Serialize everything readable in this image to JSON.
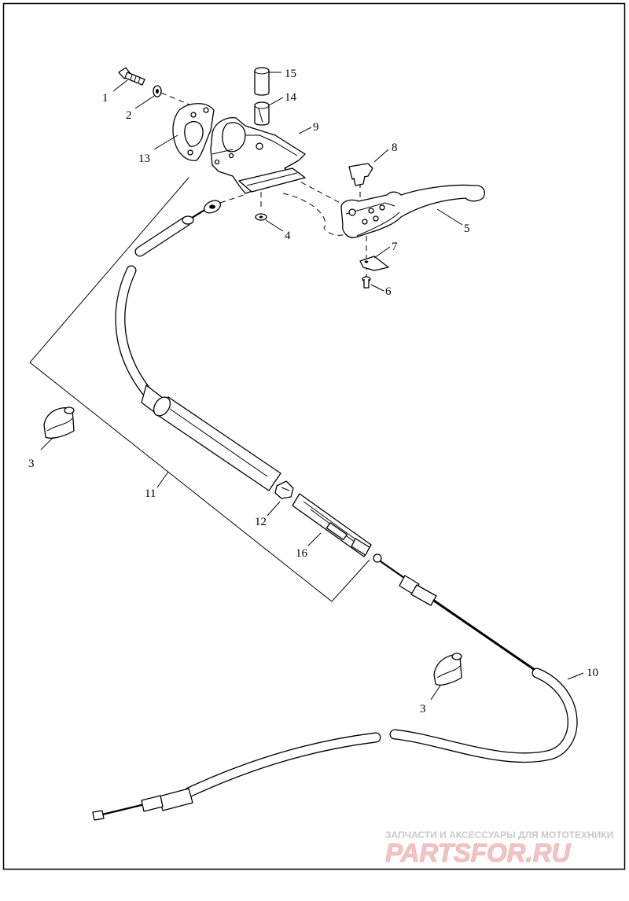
{
  "diagram": {
    "callouts": {
      "c1": "1",
      "c2": "2",
      "c3a": "3",
      "c3b": "3",
      "c4": "4",
      "c5": "5",
      "c6": "6",
      "c7": "7",
      "c8": "8",
      "c9": "9",
      "c10": "10",
      "c11": "11",
      "c12": "12",
      "c13": "13",
      "c14": "14",
      "c15": "15",
      "c16": "16"
    }
  },
  "watermark": {
    "tagline": "ЗАПЧАСТИ И АКСЕССУАРЫ ДЛЯ МОТОТЕХНИКИ",
    "logo": "PARTSFOR.RU"
  },
  "colors": {
    "line": "#000000",
    "background": "#ffffff",
    "watermark_logo": "#f3c4c4",
    "watermark_text": "#c9c9c9"
  }
}
